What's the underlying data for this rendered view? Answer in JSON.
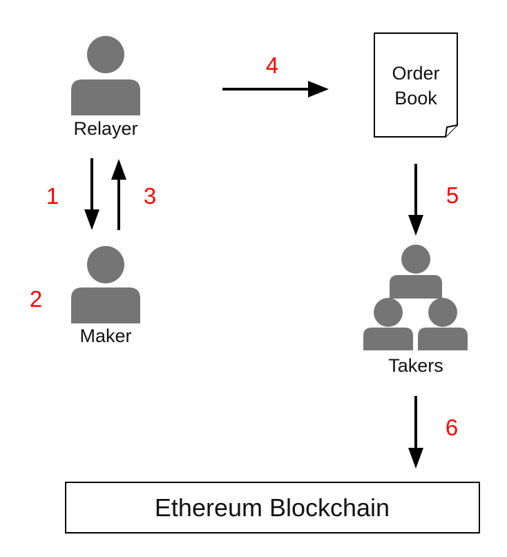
{
  "nodes": {
    "relayer": {
      "label": "Relayer",
      "icon": "person-icon"
    },
    "maker": {
      "label": "Maker",
      "icon": "person-icon"
    },
    "order_book": {
      "line1": "Order",
      "line2": "Book",
      "icon": "document-icon"
    },
    "takers": {
      "label": "Takers",
      "icon": "group-icon"
    },
    "blockchain": {
      "label": "Ethereum Blockchain"
    }
  },
  "steps": {
    "s1": "1",
    "s2": "2",
    "s3": "3",
    "s4": "4",
    "s5": "5",
    "s6": "6"
  },
  "colors": {
    "icon": "#757575",
    "step": "#ff0000",
    "arrow": "#000000",
    "text": "#111111"
  }
}
